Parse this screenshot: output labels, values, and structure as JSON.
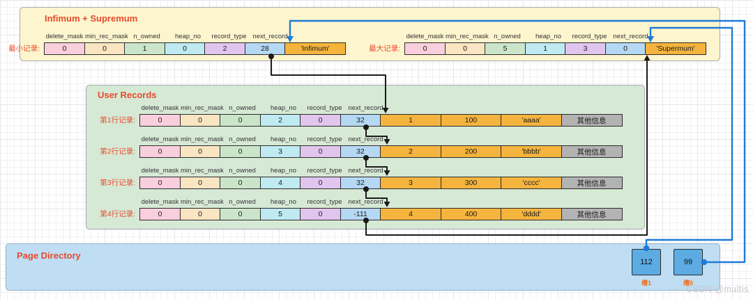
{
  "sections": {
    "infimum_supremum": {
      "title": "Infimum + Supremum"
    },
    "user_records": {
      "title": "User Records"
    },
    "page_directory": {
      "title": "Page Directory"
    }
  },
  "field_headers": [
    "delete_mask",
    "min_rec_mask",
    "n_owned",
    "heap_no",
    "record_type",
    "next_record"
  ],
  "system_records": [
    {
      "label": "最小记录:",
      "fields": [
        "0",
        "0",
        "1",
        "0",
        "2",
        "28"
      ],
      "name_cell": "'Infimum'"
    },
    {
      "label": "最大记录:",
      "fields": [
        "0",
        "0",
        "5",
        "1",
        "3",
        "0"
      ],
      "name_cell": "'Supermum'"
    }
  ],
  "user_records": [
    {
      "label": "第1行记录:",
      "fields": [
        "0",
        "0",
        "0",
        "2",
        "0",
        "32"
      ],
      "values": [
        "1",
        "100",
        "'aaaa'"
      ],
      "other": "其他信息"
    },
    {
      "label": "第2行记录:",
      "fields": [
        "0",
        "0",
        "0",
        "3",
        "0",
        "32"
      ],
      "values": [
        "2",
        "200",
        "'bbbb'"
      ],
      "other": "其他信息"
    },
    {
      "label": "第3行记录:",
      "fields": [
        "0",
        "0",
        "0",
        "4",
        "0",
        "32"
      ],
      "values": [
        "3",
        "300",
        "'cccc'"
      ],
      "other": "其他信息"
    },
    {
      "label": "第4行记录:",
      "fields": [
        "0",
        "0",
        "0",
        "5",
        "0",
        "-111"
      ],
      "values": [
        "4",
        "400",
        "'dddd'"
      ],
      "other": "其他信息"
    }
  ],
  "page_directory": {
    "slots": [
      {
        "value": "112",
        "label": "槽1"
      },
      {
        "value": "99",
        "label": "槽0"
      }
    ]
  },
  "watermark": "CSDN @multis",
  "colors": {
    "accent_text": "#E8492D",
    "field_cells": [
      "#F9CFDD",
      "#FAE5C2",
      "#CBE5CB",
      "#BFEAF1",
      "#E0C6EE",
      "#B5D8F4"
    ],
    "data_cell": "#F5B43D",
    "other_cell": "#B3B3B3",
    "wire_black": "#1a1a1a",
    "wire_blue": "#1F7AD6"
  }
}
